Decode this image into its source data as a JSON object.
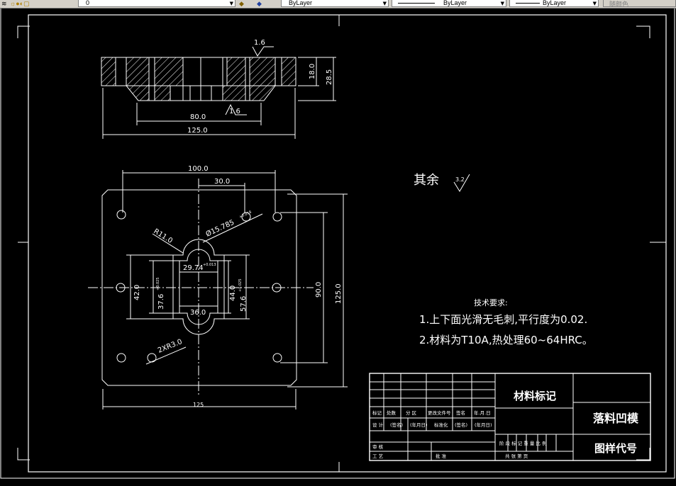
{
  "toolbar": {
    "layer_name": "0",
    "color_value": "ByLayer",
    "linetype_value": "ByLayer",
    "lineweight_value": "ByLayer",
    "plotstyle_value": "随颜色"
  },
  "drawing": {
    "section_dims": {
      "d_80": "80.0",
      "d_125": "125.0",
      "d_18": "18.0",
      "d_28_5": "28.5",
      "rough_top": "1.6",
      "rough_bottom": "1.6"
    },
    "plan_dims": {
      "d_100": "100.0",
      "d_30": "30.0",
      "r11": "R11.0",
      "dia": "Ø15.785",
      "dia_tol": "+0.018",
      "d_29_74": "29.74",
      "tol_29_74": "+0.013",
      "d_42": "42.0",
      "d_37_6": "37.6",
      "tol_37_6": "+0.025",
      "d_44": "44.0",
      "d_57_6": "57.6",
      "tol_57_6": "+0.025",
      "d_36": "36.0",
      "d_90": "90.0",
      "d_125v": "125.0",
      "d_125h": "125",
      "holes": "2XR3.0"
    },
    "remaining_label": "其余",
    "remaining_rough": "3.2",
    "tech_title": "技术要求:",
    "tech_line1": "1.上下面光滑无毛刺,平行度为0.02.",
    "tech_line2": "2.材料为T10A,热处理60~64HRC。"
  },
  "title_block": {
    "material_label": "材料标记",
    "part_name": "落料凹模",
    "drawing_code": "图样代号",
    "row1": [
      "标记",
      "处数",
      "分 区",
      "更改文件号",
      "签名",
      "年.月.日"
    ],
    "row2": [
      "设 计",
      "(签名)",
      "(年月日)",
      "标准化",
      "(签名)",
      "(年月日)"
    ],
    "stage_labels": "阶 段 标 记 重 量 比 例",
    "review": "审 核",
    "process": "工 艺",
    "approve": "批 准",
    "sheets": "共   张   第   页"
  }
}
